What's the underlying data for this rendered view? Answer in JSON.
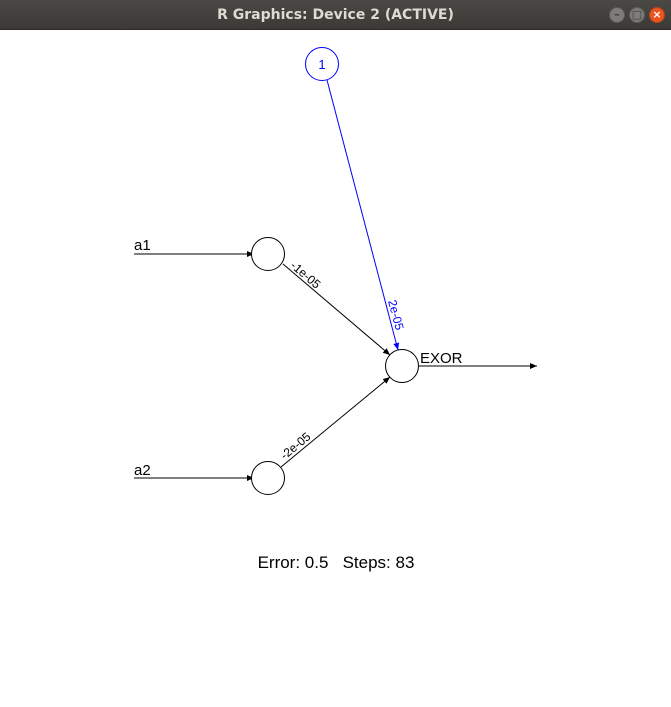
{
  "window": {
    "title": "R Graphics: Device 2 (ACTIVE)",
    "buttons": {
      "minimize": "–",
      "maximize": "□",
      "close": "×"
    }
  },
  "network": {
    "bias_node_label": "1",
    "inputs": [
      "a1",
      "a2"
    ],
    "output": "EXOR",
    "weights": {
      "a1_to_out": "-1e-05",
      "a2_to_out": "-2e-05",
      "bias_to_out": "2e-05"
    },
    "colors": {
      "bias": "#0000ff",
      "default": "#000000"
    }
  },
  "stats": {
    "text": "Error: 0.5   Steps: 83",
    "error": 0.5,
    "steps": 83
  }
}
